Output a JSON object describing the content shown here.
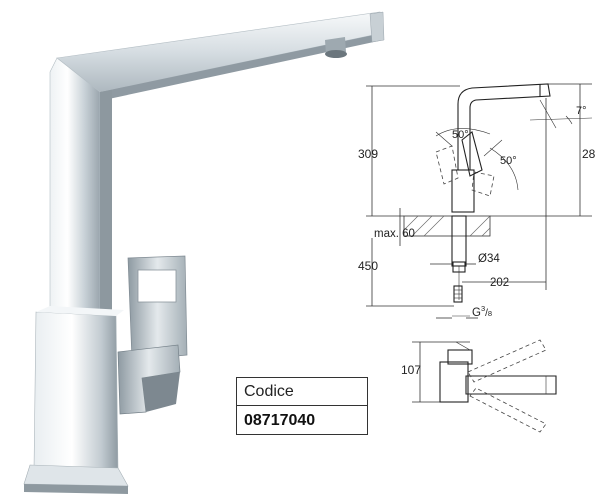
{
  "product": {
    "code_label": "Codice",
    "code_value": "08717040"
  },
  "side_view": {
    "angle_spout": "7°",
    "angle_lever_a": "50°",
    "angle_lever_b": "50°",
    "height_total": "309",
    "height_right": "28",
    "max_deck": "max. 60",
    "diameter_hole": "Ø34",
    "length_hose": "450",
    "reach": "202",
    "thread": "G",
    "thread_num": "3",
    "thread_den": "8"
  },
  "top_view": {
    "height": "107"
  }
}
